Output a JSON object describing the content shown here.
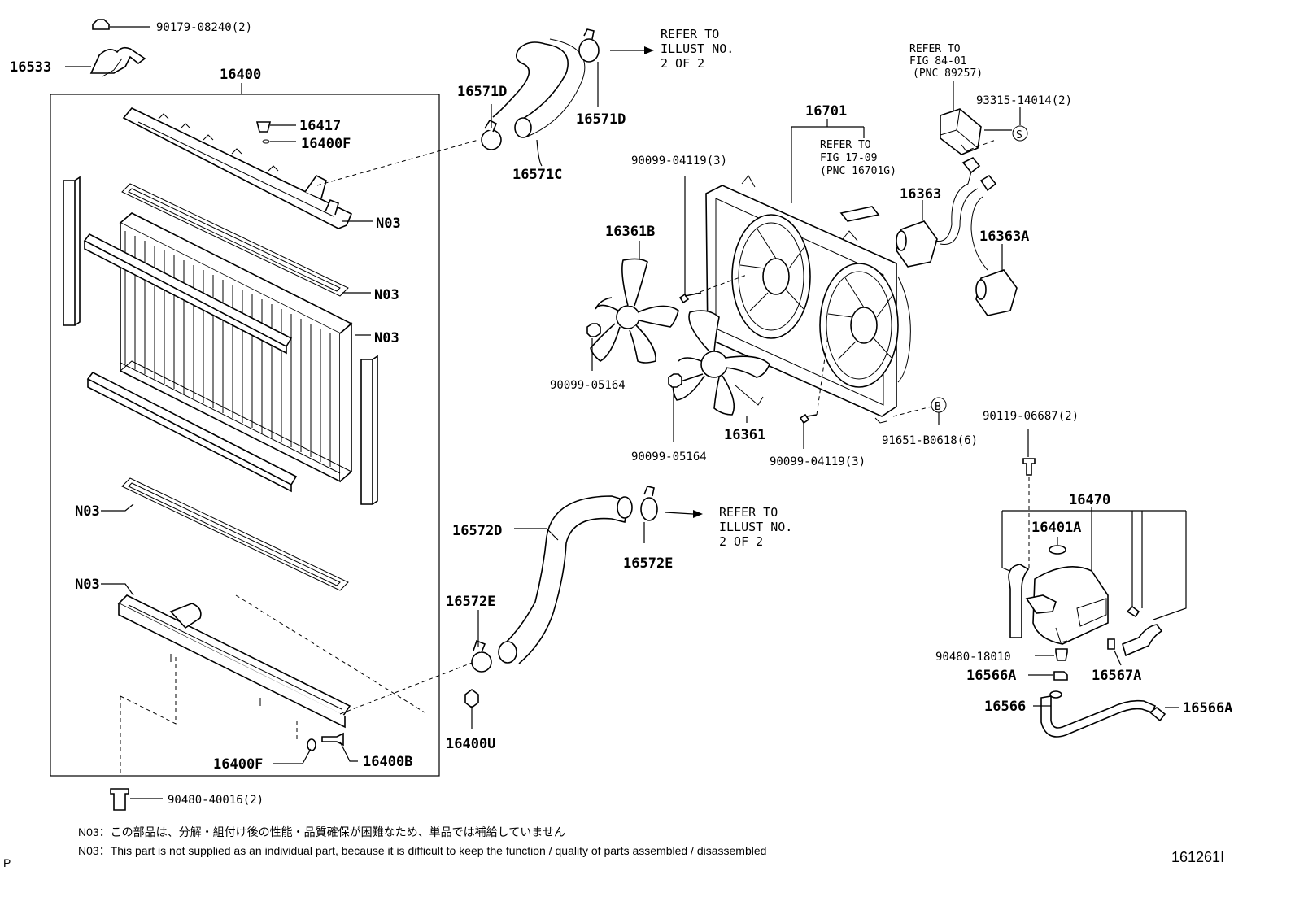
{
  "labels": {
    "p90179": "90179-08240(2)",
    "p16533": "16533",
    "p16400": "16400",
    "p16417": "16417",
    "p16400F_top": "16400F",
    "n03_a": "N03",
    "n03_b": "N03",
    "n03_c": "N03",
    "n03_d": "N03",
    "n03_e": "N03",
    "p16400F_bot": "16400F",
    "p16400B": "16400B",
    "p90480_40016": "90480-40016(2)",
    "p16571D_a": "16571D",
    "p16571D_b": "16571D",
    "p16571C": "16571C",
    "p16572D": "16572D",
    "p16572E_a": "16572E",
    "p16572E_b": "16572E",
    "p16400U": "16400U",
    "p16701": "16701",
    "p90099_04119_a": "90099-04119(3)",
    "p90099_04119_b": "90099-04119(3)",
    "p16361B": "16361B",
    "p16361": "16361",
    "p90099_05164_a": "90099-05164",
    "p90099_05164_b": "90099-05164",
    "p93315": "93315-14014(2)",
    "p16363": "16363",
    "p16363A": "16363A",
    "p91651": "91651-B0618(6)",
    "p90119": "90119-06687(2)",
    "p16470": "16470",
    "p16401A": "16401A",
    "p90480_18010": "90480-18010",
    "p16566A_a": "16566A",
    "p16566A_b": "16566A",
    "p16567A": "16567A",
    "p16566": "16566",
    "marker_s": "S",
    "marker_b": "B"
  },
  "refs": {
    "r1": [
      "REFER TO",
      "ILLUST NO.",
      "2 OF 2"
    ],
    "r2": [
      "REFER TO",
      "ILLUST NO.",
      "2 OF 2"
    ],
    "r3": [
      "REFER TO",
      "FIG 84-01",
      "(PNC 89257)"
    ],
    "r4": [
      "REFER TO",
      "FIG 17-09",
      "(PNC 16701G)"
    ]
  },
  "notes": {
    "jp": "N03：この部品は、分解・組付け後の性能・品質確保が困難なため、単品では補給していません",
    "en": "N03：This part is not supplied as an individual part, because it is difficult to keep the function / quality of parts assembled / disassembled"
  },
  "footer": {
    "figure_id": "161261I",
    "corner": "P"
  }
}
